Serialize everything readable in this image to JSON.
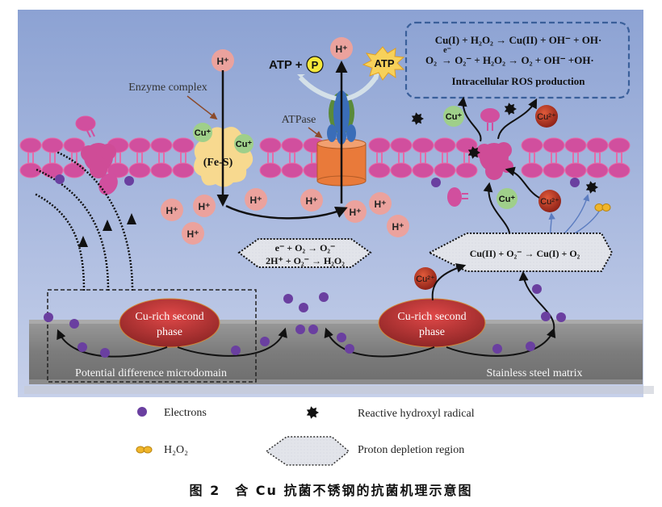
{
  "figure": {
    "caption_number": "图 2",
    "caption_text": "含 Cu 抗菌不锈钢的抗菌机理示意图"
  },
  "labels": {
    "enzyme_complex": "Enzyme complex",
    "fe_s": "(Fe-S)",
    "atpase": "ATPase",
    "atp_plus": "ATP +",
    "phosphate": "P",
    "atp_burst": "ATP",
    "proton": "H⁺",
    "cu_plus": "Cu⁺",
    "cu_2plus": "Cu²⁺",
    "cu_rich_line1": "Cu-rich second",
    "cu_rich_line2": "phase",
    "potential_microdomain": "Potential difference microdomain",
    "stainless_matrix": "Stainless steel matrix"
  },
  "ros_box": {
    "eq1": "Cu(I) + H₂O₂ → Cu(II) + OH⁻ + OH·",
    "eq2_pre": "O₂",
    "eq2_e": "e⁻",
    "eq2_post": "→ O₂⁻ + H₂O₂ → O₂ + OH⁻ +OH·",
    "title": "Intracellular ROS production"
  },
  "hex_center": {
    "eq1": "e⁻ + O₂ → O₂⁻",
    "eq2": "2H⁺ + O₂⁻ → H₂O₂"
  },
  "hex_right": {
    "eq": "Cu(II) + O₂⁻ → Cu(I) + O₂"
  },
  "legend": {
    "electrons": "Electrons",
    "h2o2": "H₂O₂",
    "hydroxyl": "Reactive hydroxyl radical",
    "proton_depletion": "Proton depletion region"
  },
  "colors": {
    "bg_top": "#8aa0d2",
    "bg_bottom": "#c3cde8",
    "lipid": "#d14f9e",
    "proton": "#eba29d",
    "cu_plus": "#9fcf8a",
    "cu_2plus": "#a8281e",
    "electron": "#6a3fa0",
    "steel": "#7d7d7d",
    "cu_phase": "#c23a3a",
    "ros_border": "#3a5f9a",
    "atpase_base": "#e97a3a"
  }
}
